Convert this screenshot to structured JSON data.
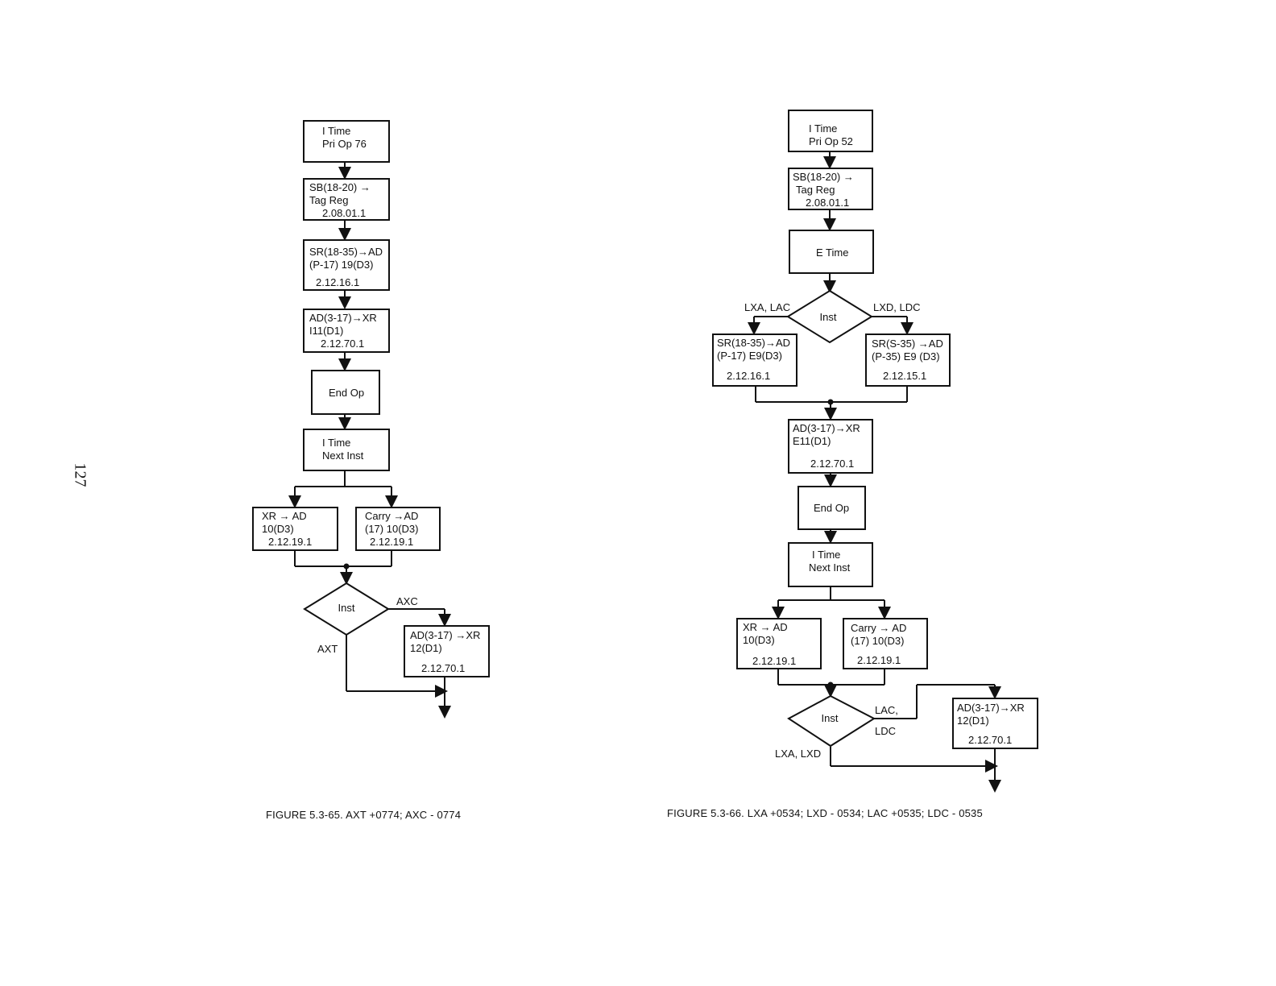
{
  "page_number": "127",
  "fig1": {
    "caption": "FIGURE 5.3-65.  AXT +0774; AXC - 0774",
    "boxes": {
      "itime": [
        "I Time",
        "Pri Op 76"
      ],
      "sb": [
        "SB(18-20) →",
        "Tag Reg",
        "2.08.01.1"
      ],
      "sr": [
        "SR(18-35)→AD",
        "(P-17) 19(D3)",
        "2.12.16.1"
      ],
      "ad": [
        "AD(3-17)→XR",
        "I11(D1)",
        "2.12.70.1"
      ],
      "endop": [
        "End Op"
      ],
      "inext": [
        "I Time",
        "Next Inst"
      ],
      "xr": [
        "XR → AD",
        "10(D3)",
        "2.12.19.1"
      ],
      "carry": [
        "Carry →AD",
        "(17) 10(D3)",
        "2.12.19.1"
      ],
      "adxr": [
        "AD(3-17) →XR",
        "12(D1)",
        "2.12.70.1"
      ]
    },
    "decision": "Inst",
    "labels": {
      "axc": "AXC",
      "axt": "AXT"
    }
  },
  "fig2": {
    "caption": "FIGURE  5.3-66. LXA +0534; LXD - 0534; LAC +0535; LDC - 0535",
    "boxes": {
      "itime": [
        "I Time",
        "Pri Op 52"
      ],
      "sb": [
        "SB(18-20) →",
        "Tag Reg",
        "2.08.01.1"
      ],
      "etime": [
        "E Time"
      ],
      "sr1": [
        "SR(18-35)→AD",
        "(P-17) E9(D3)",
        "2.12.16.1"
      ],
      "sr2": [
        "SR(S-35) →AD",
        "(P-35) E9 (D3)",
        "2.12.15.1"
      ],
      "ad": [
        "AD(3-17)→XR",
        "E11(D1)",
        "2.12.70.1"
      ],
      "endop": [
        "End Op"
      ],
      "inext": [
        "I Time",
        "Next Inst"
      ],
      "xr": [
        "XR → AD",
        "10(D3)",
        "2.12.19.1"
      ],
      "carry": [
        "Carry → AD",
        "(17) 10(D3)",
        "2.12.19.1"
      ],
      "adxr": [
        "AD(3-17)→XR",
        "12(D1)",
        "2.12.70.1"
      ]
    },
    "decision1": "Inst",
    "decision2": "Inst",
    "labels": {
      "lxalac": "LXA, LAC",
      "lxdldc": "LXD,  LDC",
      "lac": "LAC,",
      "ldc": "LDC",
      "lxalxd": "LXA, LXD"
    }
  }
}
